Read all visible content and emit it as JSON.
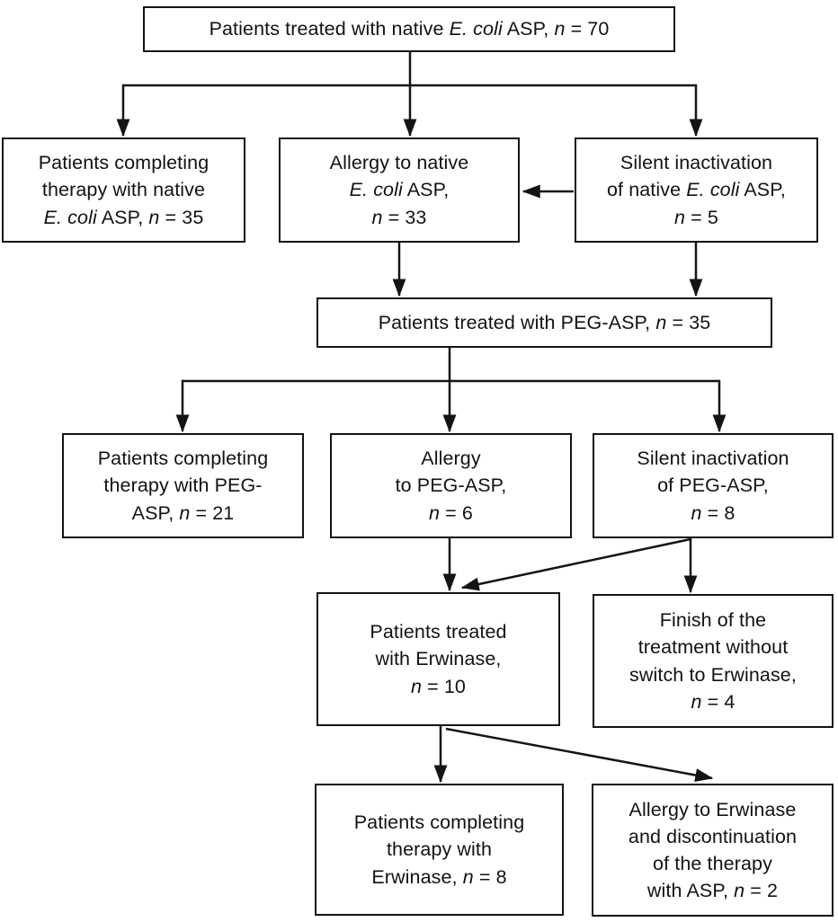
{
  "figure": {
    "type": "flowchart",
    "background_color": "#ffffff",
    "line_color": "#141414",
    "nodes": {
      "native_asp": {
        "n": 70,
        "label_plain": "Patients treated with native E. coli ASP, n = 70",
        "lines": [
          [
            {
              "text": "Patients treated with native "
            },
            {
              "text": "E. coli",
              "italic": true
            },
            {
              "text": " ASP, "
            },
            {
              "text": "n",
              "italic": true
            },
            {
              "text": " = 70"
            }
          ]
        ]
      },
      "completing_native": {
        "n": 35,
        "label_plain": "Patients completing therapy with native E. coli ASP, n = 35",
        "lines": [
          [
            {
              "text": "Patients completing"
            }
          ],
          [
            {
              "text": "therapy with native"
            }
          ],
          [
            {
              "text": "E. coli",
              "italic": true
            },
            {
              "text": " ASP, "
            },
            {
              "text": "n",
              "italic": true
            },
            {
              "text": " = 35"
            }
          ]
        ]
      },
      "allergy_native": {
        "n": 33,
        "label_plain": "Allergy to native E. coli ASP, n = 33",
        "lines": [
          [
            {
              "text": "Allergy to native"
            }
          ],
          [
            {
              "text": "E. coli",
              "italic": true
            },
            {
              "text": " ASP,"
            }
          ],
          [
            {
              "text": "n",
              "italic": true
            },
            {
              "text": " = 33"
            }
          ]
        ]
      },
      "silent_native": {
        "n": 5,
        "label_plain": "Silent inactivation of native E. coli ASP, n = 5",
        "lines": [
          [
            {
              "text": "Silent inactivation"
            }
          ],
          [
            {
              "text": "of native "
            },
            {
              "text": "E. coli",
              "italic": true
            },
            {
              "text": " ASP,"
            }
          ],
          [
            {
              "text": "n",
              "italic": true
            },
            {
              "text": " = 5"
            }
          ]
        ]
      },
      "peg_asp": {
        "n": 35,
        "label_plain": "Patients treated with PEG-ASP, n = 35",
        "lines": [
          [
            {
              "text": "Patients treated with PEG-ASP, "
            },
            {
              "text": "n",
              "italic": true
            },
            {
              "text": " = 35"
            }
          ]
        ]
      },
      "completing_peg": {
        "n": 21,
        "label_plain": "Patients completing therapy with PEG-ASP, n = 21",
        "lines": [
          [
            {
              "text": "Patients completing"
            }
          ],
          [
            {
              "text": "therapy with PEG-"
            }
          ],
          [
            {
              "text": "ASP, "
            },
            {
              "text": "n",
              "italic": true
            },
            {
              "text": " = 21"
            }
          ]
        ]
      },
      "allergy_peg": {
        "n": 6,
        "label_plain": "Allergy to PEG-ASP, n = 6",
        "lines": [
          [
            {
              "text": "Allergy"
            }
          ],
          [
            {
              "text": "to PEG-ASP,"
            }
          ],
          [
            {
              "text": "n",
              "italic": true
            },
            {
              "text": " = 6"
            }
          ]
        ]
      },
      "silent_peg": {
        "n": 8,
        "label_plain": "Silent inactivation of PEG-ASP, n = 8",
        "lines": [
          [
            {
              "text": "Silent inactivation"
            }
          ],
          [
            {
              "text": "of PEG-ASP,"
            }
          ],
          [
            {
              "text": "n",
              "italic": true
            },
            {
              "text": " = 8"
            }
          ]
        ]
      },
      "erwinase": {
        "n": 10,
        "label_plain": "Patients treated with Erwinase, n = 10",
        "lines": [
          [
            {
              "text": "Patients treated"
            }
          ],
          [
            {
              "text": "with Erwinase,"
            }
          ],
          [
            {
              "text": "n",
              "italic": true
            },
            {
              "text": " = 10"
            }
          ]
        ]
      },
      "finish_no_switch": {
        "n": 4,
        "label_plain": "Finish of the treatment without switch to Erwinase, n = 4",
        "lines": [
          [
            {
              "text": "Finish of the"
            }
          ],
          [
            {
              "text": "treatment without"
            }
          ],
          [
            {
              "text": "switch to Erwinase,"
            }
          ],
          [
            {
              "text": "n",
              "italic": true
            },
            {
              "text": " = 4"
            }
          ]
        ]
      },
      "completing_erwinase": {
        "n": 8,
        "label_plain": "Patients completing therapy with Erwinase, n = 8",
        "lines": [
          [
            {
              "text": "Patients completing"
            }
          ],
          [
            {
              "text": "therapy with"
            }
          ],
          [
            {
              "text": "Erwinase, "
            },
            {
              "text": "n",
              "italic": true
            },
            {
              "text": " = 8"
            }
          ]
        ]
      },
      "allergy_erwinase": {
        "n": 2,
        "label_plain": "Allergy to Erwinase and discontinuation of the therapy with ASP, n = 2",
        "lines": [
          [
            {
              "text": "Allergy to Erwinase"
            }
          ],
          [
            {
              "text": "and discontinuation"
            }
          ],
          [
            {
              "text": "of the therapy"
            }
          ],
          [
            {
              "text": "with ASP, "
            },
            {
              "text": "n",
              "italic": true
            },
            {
              "text": " = 2"
            }
          ]
        ]
      }
    },
    "edges": [
      {
        "from": "native_asp",
        "to": "completing_native"
      },
      {
        "from": "native_asp",
        "to": "allergy_native"
      },
      {
        "from": "native_asp",
        "to": "silent_native"
      },
      {
        "from": "silent_native",
        "to": "allergy_native"
      },
      {
        "from": "allergy_native",
        "to": "peg_asp"
      },
      {
        "from": "silent_native",
        "to": "peg_asp"
      },
      {
        "from": "peg_asp",
        "to": "completing_peg"
      },
      {
        "from": "peg_asp",
        "to": "allergy_peg"
      },
      {
        "from": "peg_asp",
        "to": "silent_peg"
      },
      {
        "from": "allergy_peg",
        "to": "erwinase"
      },
      {
        "from": "silent_peg",
        "to": "erwinase"
      },
      {
        "from": "silent_peg",
        "to": "finish_no_switch"
      },
      {
        "from": "erwinase",
        "to": "completing_erwinase"
      },
      {
        "from": "erwinase",
        "to": "allergy_erwinase"
      }
    ]
  }
}
